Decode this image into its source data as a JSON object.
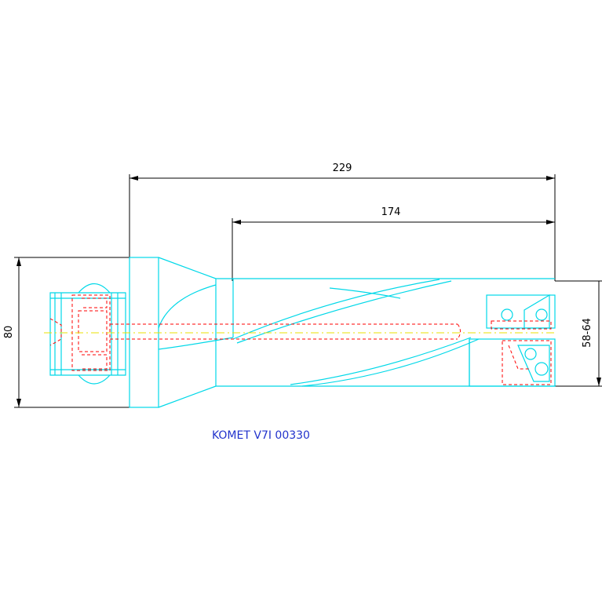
{
  "drawing": {
    "dimensions": {
      "overall_length": "229",
      "cutting_length": "174",
      "shank_diameter": "80",
      "drill_diameter_range": "58-64"
    },
    "caption": "KOMET V7I 00330",
    "colors": {
      "outline": "#00d8e8",
      "hidden_lines": "#ff0000",
      "centerline": "#e8e000",
      "dimension_lines": "#000000",
      "caption": "#2233cc"
    }
  }
}
